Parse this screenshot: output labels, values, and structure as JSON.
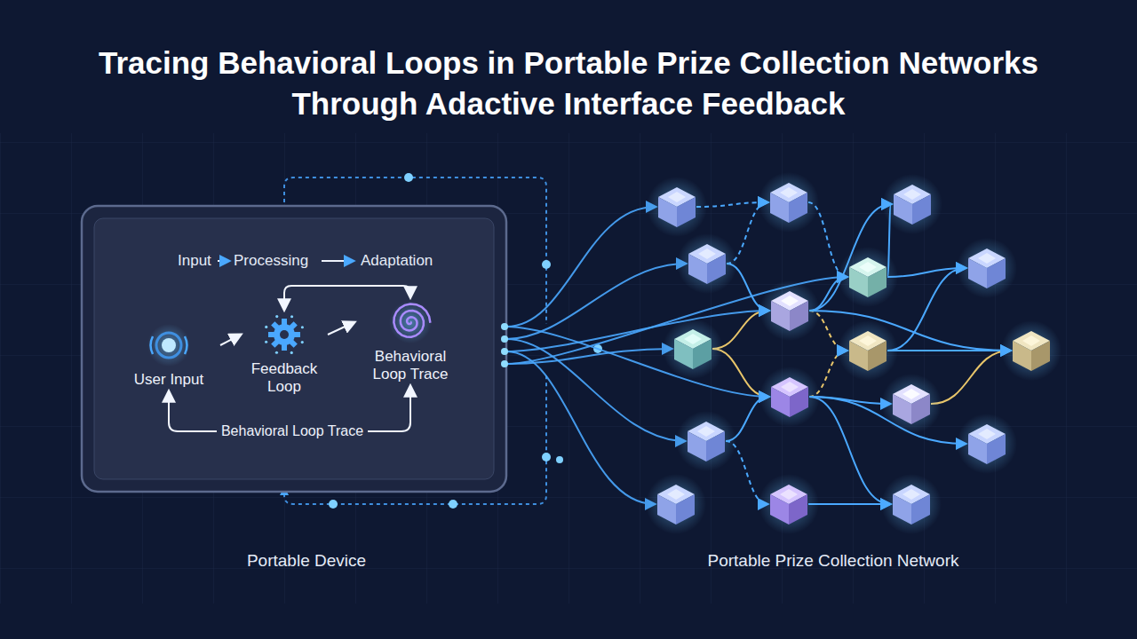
{
  "diagram": {
    "title": "Tracing Behavioral Loops in Portable Prize Collection Networks Through Adactive Interface Feedback",
    "nodes": [
      {
        "text": [
          "User Input"
        ]
      },
      {
        "text": [
          "Feedback Loop"
        ]
      },
      {
        "text": [
          "Behavioral Loop Trace"
        ]
      }
    ],
    "edges": [
      {
        "from": 0,
        "to": 1,
        "arrow": "to"
      },
      {
        "from": 1,
        "to": 2,
        "arrow": "to"
      },
      {
        "from": 1,
        "to": 2,
        "arrow": "both"
      },
      {
        "from": 0,
        "to": 2,
        "label": "Behavioral Loop Trace",
        "arrow": "both"
      }
    ],
    "labels": [
      "Input",
      "Processing",
      "Adaptation",
      "Portable Device",
      "Portable Prize Collection Network"
    ]
  }
}
